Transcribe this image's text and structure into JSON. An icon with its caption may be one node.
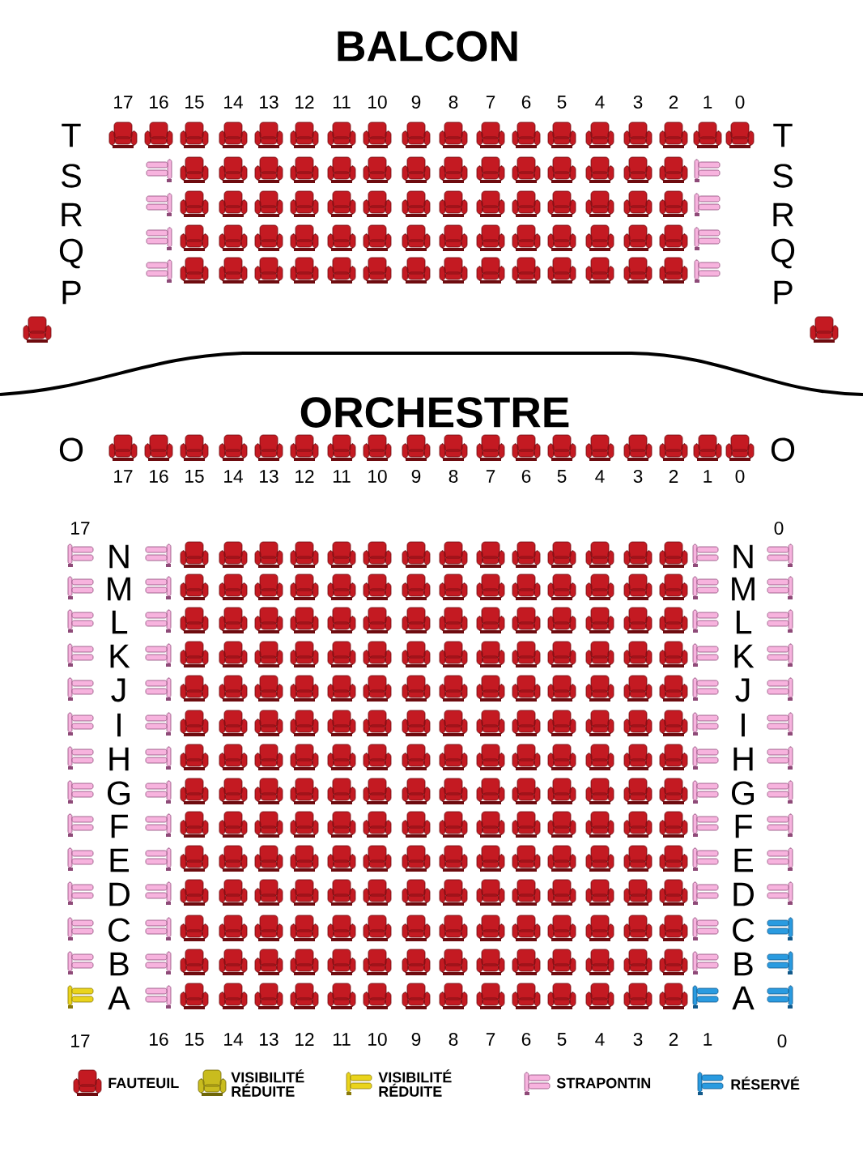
{
  "diagram": {
    "labels": [
      "BALCON",
      "17",
      "16",
      "15",
      "14",
      "13",
      "12",
      "11",
      "10",
      "9",
      "8",
      "7",
      "6",
      "5",
      "4",
      "3",
      "2",
      "1",
      "0",
      "T",
      "T",
      "S",
      "S",
      "R",
      "R",
      "Q",
      "Q",
      "P",
      "P",
      "ORCHESTRE",
      "O",
      "O",
      "17",
      "16",
      "15",
      "14",
      "13",
      "12",
      "11",
      "10",
      "9",
      "8",
      "7",
      "6",
      "5",
      "4",
      "3",
      "2",
      "1",
      "0",
      "17",
      "0",
      "N",
      "N",
      "M",
      "M",
      "L",
      "L",
      "K",
      "K",
      "J",
      "J",
      "I",
      "I",
      "H",
      "H",
      "G",
      "G",
      "F",
      "F",
      "E",
      "E",
      "D",
      "D",
      "C",
      "C",
      "B",
      "B",
      "A",
      "A",
      "17",
      "16",
      "15",
      "14",
      "13",
      "12",
      "11",
      "10",
      "9",
      "8",
      "7",
      "6",
      "5",
      "4",
      "3",
      "2",
      "1",
      "0"
    ],
    "legend": [
      {
        "text": "FAUTEUIL"
      },
      {
        "text": "VISIBILITÉ RÉDUITE"
      },
      {
        "text": "VISIBILITÉ RÉDUITE"
      },
      {
        "text": "STRAPONTIN"
      },
      {
        "text": "RÉSERVÉ"
      }
    ]
  }
}
